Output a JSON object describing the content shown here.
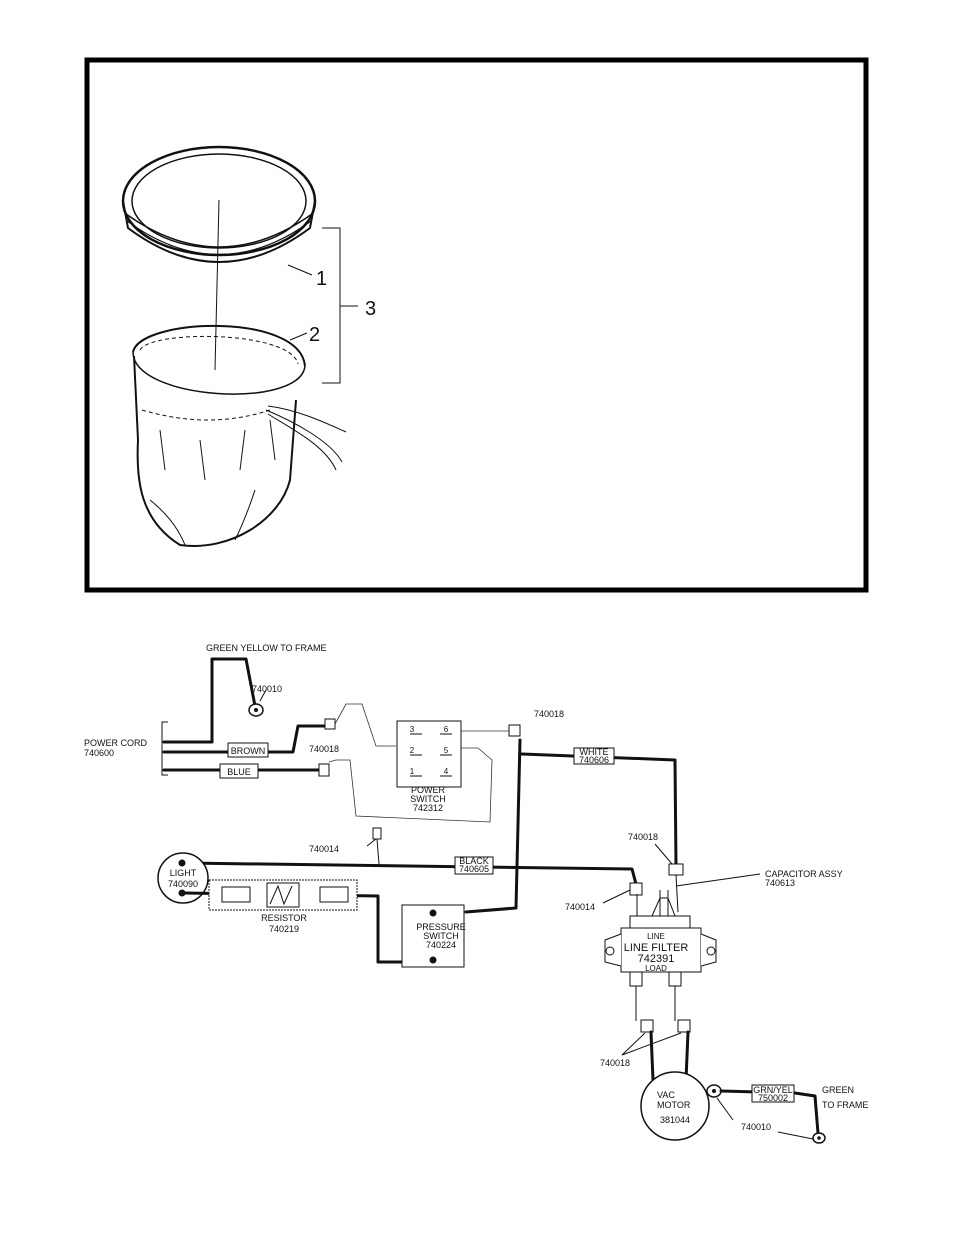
{
  "parts_figure": {
    "callouts": [
      "1",
      "2",
      "3"
    ]
  },
  "wiring": {
    "green_yellow_to_frame": "GREEN YELLOW TO FRAME",
    "ground_terminal_top": "740010",
    "power_cord": [
      "POWER CORD",
      "740600"
    ],
    "brown": "BROWN",
    "blue": "BLUE",
    "connector_left": "740018",
    "connector_top_right": "740018",
    "power_switch": {
      "pins": [
        "3",
        "6",
        "2",
        "5",
        "1",
        "4"
      ],
      "label": [
        "POWER",
        "SWITCH",
        "742312"
      ]
    },
    "white_wire": [
      "WHITE",
      "740606"
    ],
    "connector_740014_top": "740014",
    "black_wire": [
      "BLACK",
      "740605"
    ],
    "light": [
      "LIGHT",
      "740090"
    ],
    "resistor": [
      "RESISTOR",
      "740219"
    ],
    "pressure_switch": [
      "PRESSURE",
      "SWITCH",
      "740224"
    ],
    "connector_740018_right": "740018",
    "capacitor": [
      "CAPACITOR  ASSY",
      "740613"
    ],
    "connector_740014_right": "740014",
    "line_filter": {
      "line": "LINE",
      "name": "LINE FILTER",
      "part": "742391",
      "load": "LOAD"
    },
    "connector_740018_bottom": "740018",
    "vac_motor": [
      "VAC",
      "MOTOR",
      "381044"
    ],
    "grn_yel": [
      "GRN/YEL",
      "750002"
    ],
    "green_to_frame": [
      "GREEN",
      "TO FRAME"
    ],
    "ground_terminal_bottom": "740010"
  }
}
